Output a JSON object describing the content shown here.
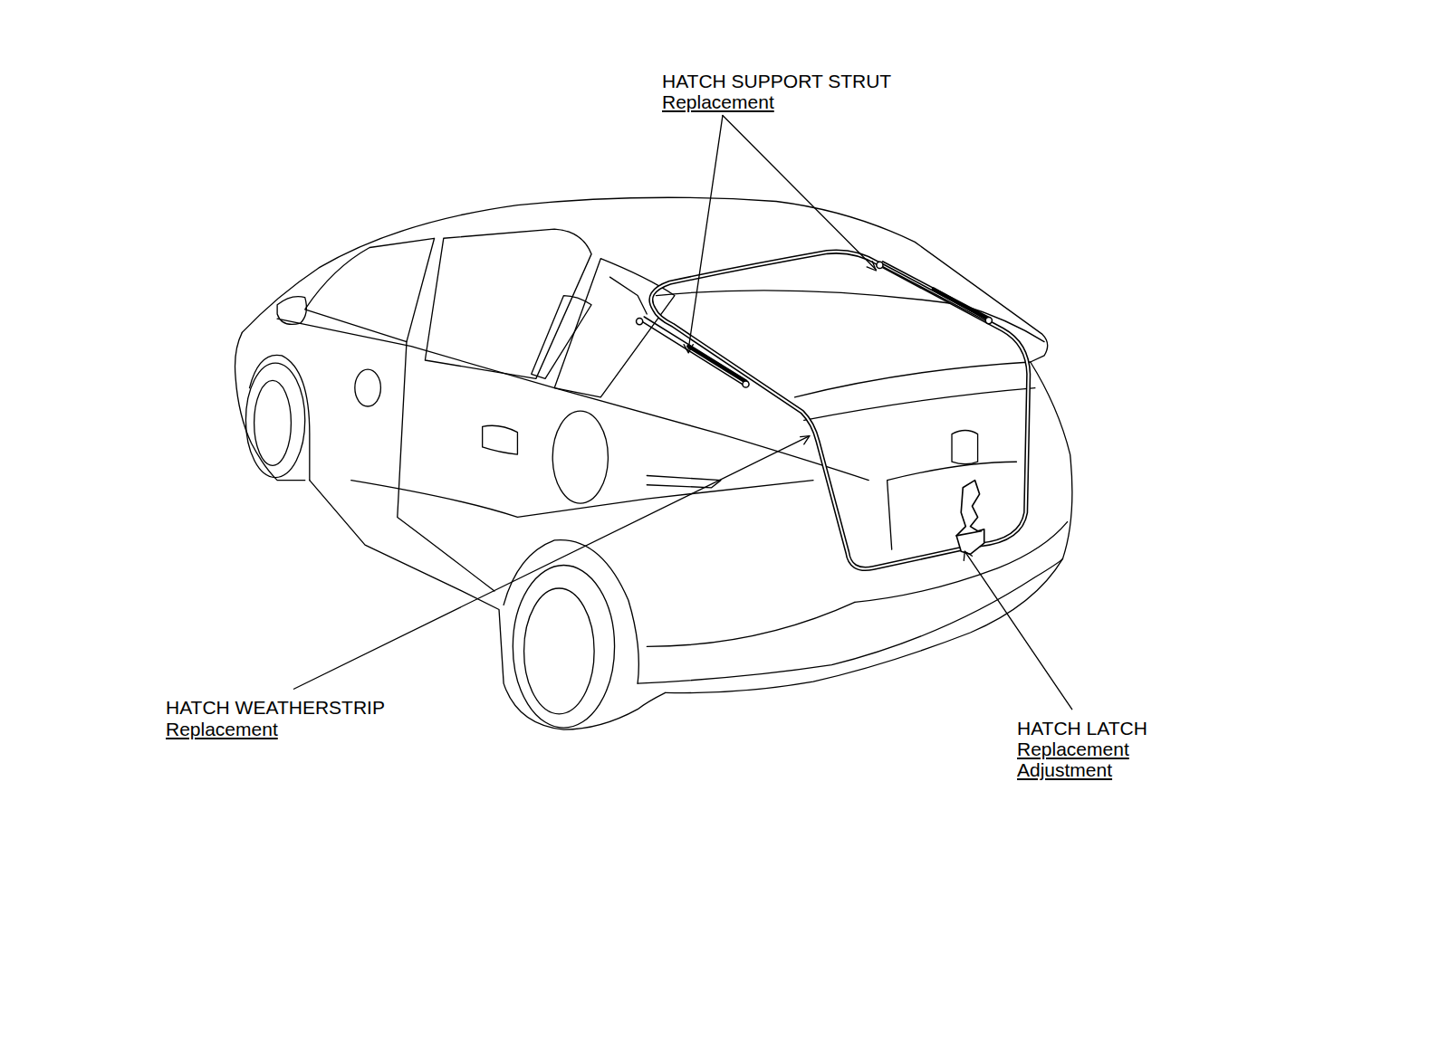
{
  "diagram": {
    "labels": [
      "HATCH SUPPORT STRUT",
      "Replacement",
      "HATCH WEATHERSTRIP",
      "Replacement",
      "HATCH LATCH",
      "Replacement",
      "Adjustment"
    ]
  }
}
